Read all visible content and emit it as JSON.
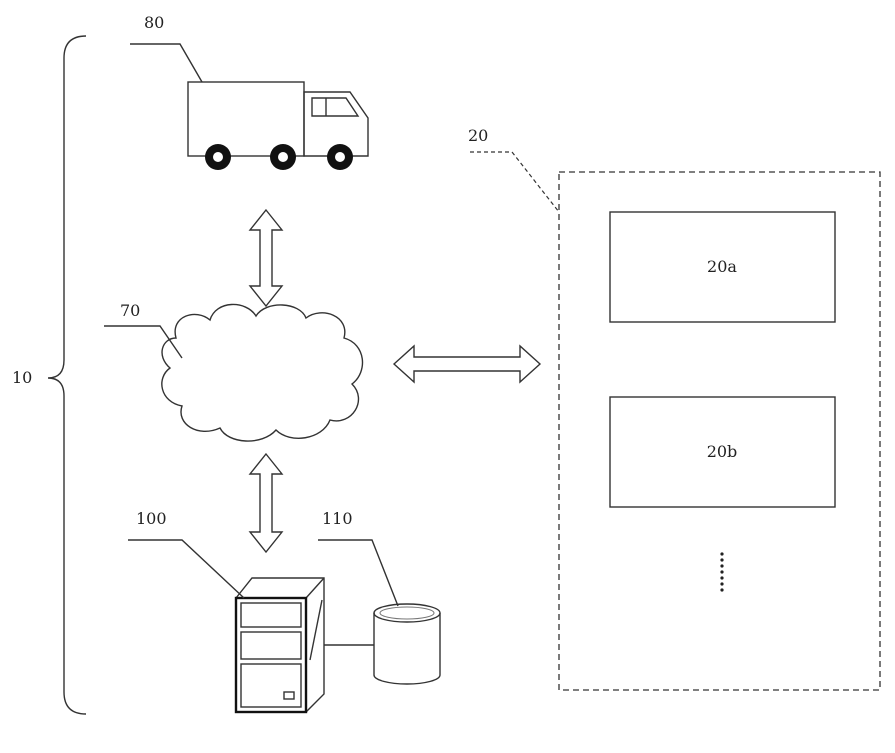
{
  "labels": {
    "system": "10",
    "terminal_group": "20",
    "terminal_a": "20a",
    "terminal_b": "20b",
    "network": "70",
    "vehicle": "80",
    "server": "100",
    "database": "110"
  },
  "colors": {
    "line": "#333333",
    "background": "#ffffff"
  },
  "icons": [
    "truck-icon",
    "cloud-icon",
    "server-icon",
    "database-icon"
  ]
}
